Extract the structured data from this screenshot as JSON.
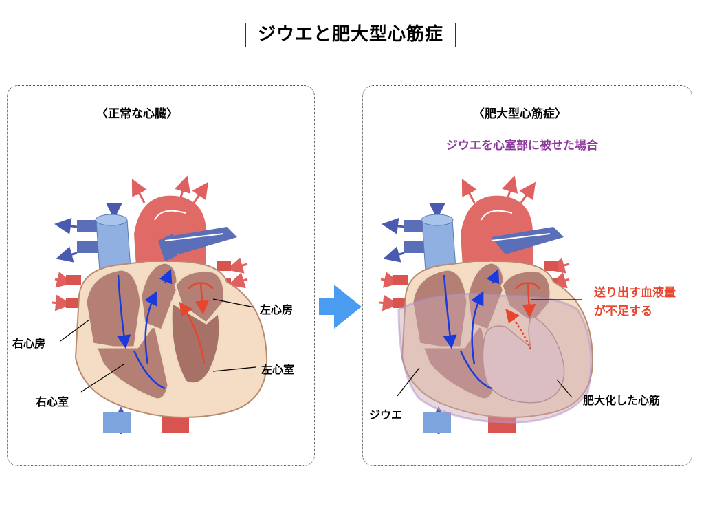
{
  "title": "ジウエと肥大型心筋症",
  "left_panel": {
    "heading": "〈正常な心臓〉",
    "labels": {
      "right_atrium": "右心房",
      "right_ventricle": "右心室",
      "left_atrium": "左心房",
      "left_ventricle": "左心室"
    }
  },
  "right_panel": {
    "heading": "〈肥大型心筋症〉",
    "subtitle": "ジウエを心室部に被せた場合",
    "labels": {
      "jiue": "ジウエ",
      "hypertrophied_muscle": "肥大化した心筋",
      "insufficient_line1": "送り出す血液量",
      "insufficient_line2": "が不足する"
    }
  },
  "transition_arrow": "right-arrow-icon",
  "colors": {
    "accent_purple": "#8e3a9c",
    "warning_red": "#e8452c",
    "arrow_blue": "#4a9cf0",
    "vein_blue": "#5a6fb8",
    "artery_red": "#d9534f",
    "muscle_cream": "#f5dcc4",
    "chamber_brown": "#b47f74",
    "overlay_mauve": "#c9a6b4"
  }
}
